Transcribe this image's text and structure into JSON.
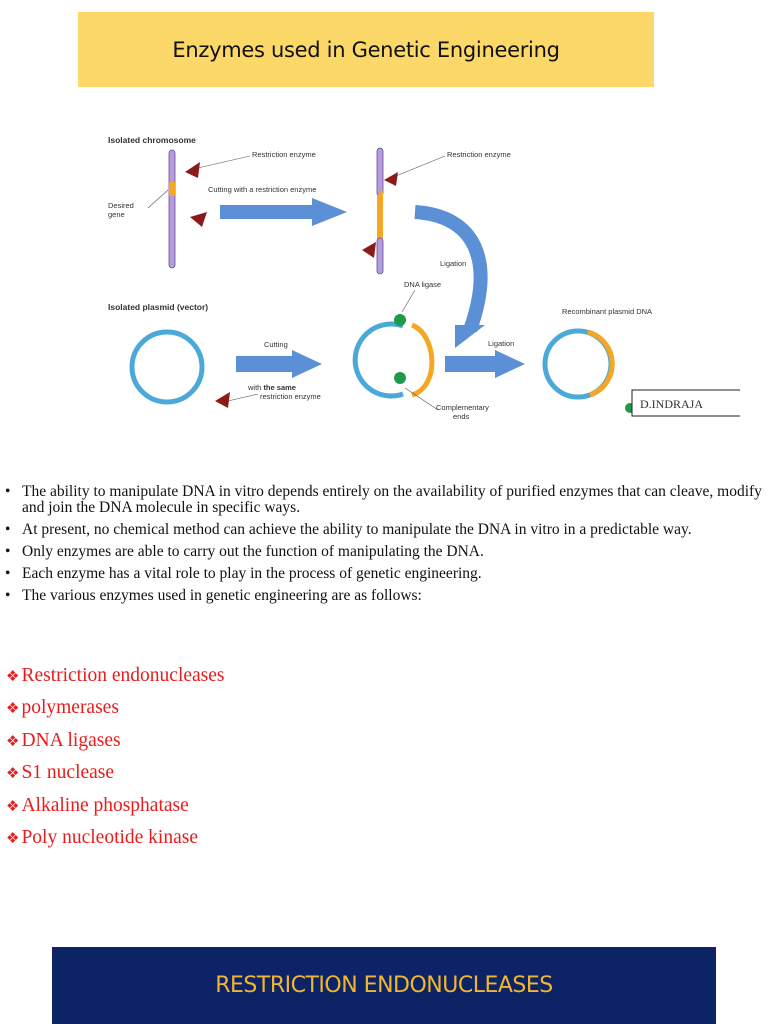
{
  "title": "Enzymes used in Genetic Engineering",
  "diagram": {
    "isolated_chromosome": "Isolated chromosome",
    "restriction_enzyme_1": "Restriction enzyme",
    "restriction_enzyme_2": "Restriction enzyme",
    "desired_gene_line1": "Desired",
    "desired_gene_line2": "gene",
    "cutting_with_enzyme": "Cutting with a restriction enzyme",
    "ligation_top": "Ligation",
    "dna_ligase": "DNA ligase",
    "isolated_plasmid": "Isolated plasmid (vector)",
    "cutting": "Cutting",
    "with_the": "with",
    "the_same": "the same",
    "restriction_enzyme_3": "restriction enzyme",
    "ligation_bottom": "Ligation",
    "recombinant_plasmid": "Recombinant plasmid DNA",
    "complementary_line1": "Complementary",
    "complementary_line2": "ends",
    "author": "D.INDRAJA",
    "colors": {
      "chromosome": "#b39ddb",
      "gene": "#f5a623",
      "plasmid": "#4aa9d9",
      "arrow": "#5b8fd6",
      "enzyme": "#8b1a1a",
      "ligase": "#1f9a4a"
    }
  },
  "bullets": [
    "The ability to manipulate DNA in vitro depends entirely on the availability of purified enzymes that can cleave, modify and join the DNA molecule in specific ways.",
    "At present, no chemical method can achieve the ability to manipulate the DNA in vitro in a predictable way.",
    " Only enzymes are able to carry out the function of manipulating the DNA.",
    "Each enzyme has a vital role to play in the process of genetic engineering.",
    "The various enzymes used in genetic engineering are as follows:"
  ],
  "enzymes": [
    "Restriction endonucleases",
    "polymerases",
    "DNA ligases",
    "S1 nuclease",
    "Alkaline phosphatase",
    "Poly nucleotide kinase"
  ],
  "section_heading": "RESTRICTION ENDONUCLEASES"
}
